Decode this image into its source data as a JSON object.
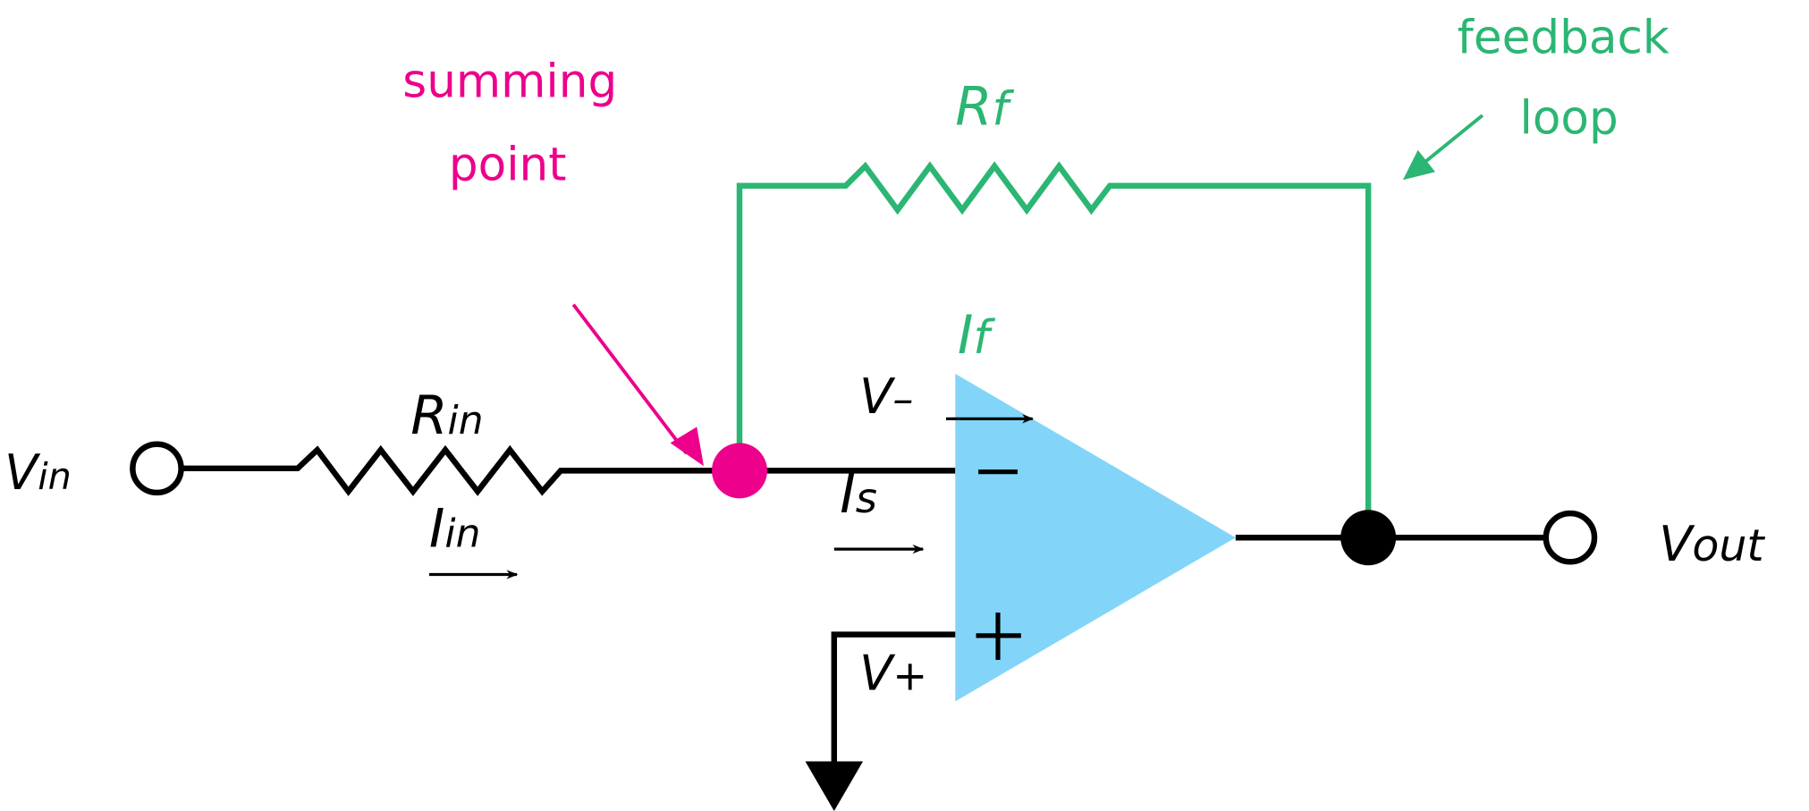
{
  "colors": {
    "wire": "#000000",
    "feedback": "#2bb673",
    "summing": "#ec008c",
    "opamp": "#82d5f8"
  },
  "labels": {
    "vin_main": "V",
    "vin_sub": "in",
    "rin_main": "R",
    "rin_sub": "in",
    "iin_main": "I",
    "iin_sub": "in",
    "rf_main": "R",
    "rf_sub": "f",
    "if_main": "I",
    "if_sub": "f",
    "is_main": "I",
    "is_sub": "s",
    "vminus_main": "V",
    "vminus_sub": "–",
    "vplus_main": "V",
    "vplus_sub": "+",
    "vout_main": "V",
    "vout_sub": "out",
    "minus_sign": "–",
    "plus_sign": "+"
  },
  "annotations": {
    "summing_line1": "summing",
    "summing_line2": "point",
    "feedback_line1": "feedback",
    "feedback_line2": "loop"
  }
}
